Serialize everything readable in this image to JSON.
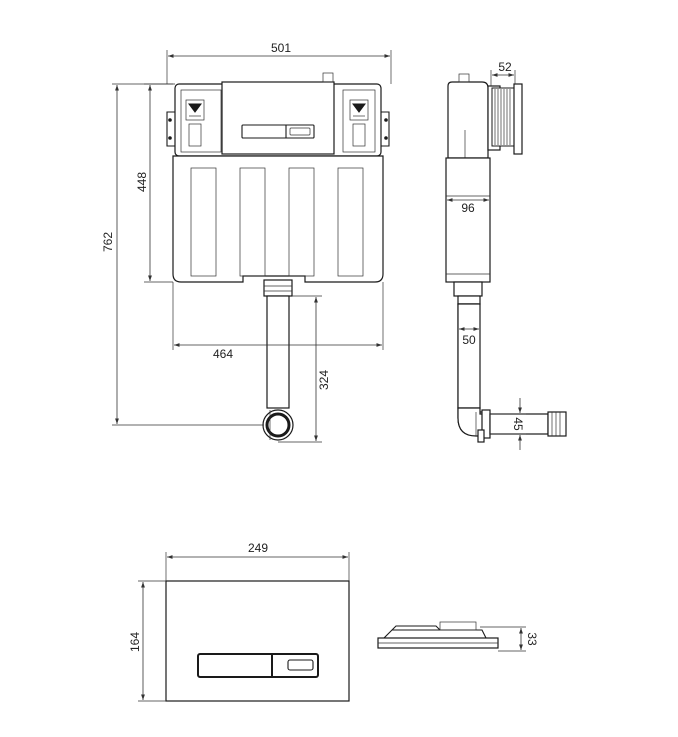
{
  "dimensions": {
    "cistern_overall_width": "501",
    "bracket_depth": "52",
    "overall_height": "762",
    "tank_height": "448",
    "tank_depth": "96",
    "tank_width": "464",
    "outlet_drop": "324",
    "outlet_pipe_diameter": "50",
    "outlet_offset": "45",
    "plate_width": "249",
    "plate_height": "164",
    "plate_depth": "33"
  }
}
